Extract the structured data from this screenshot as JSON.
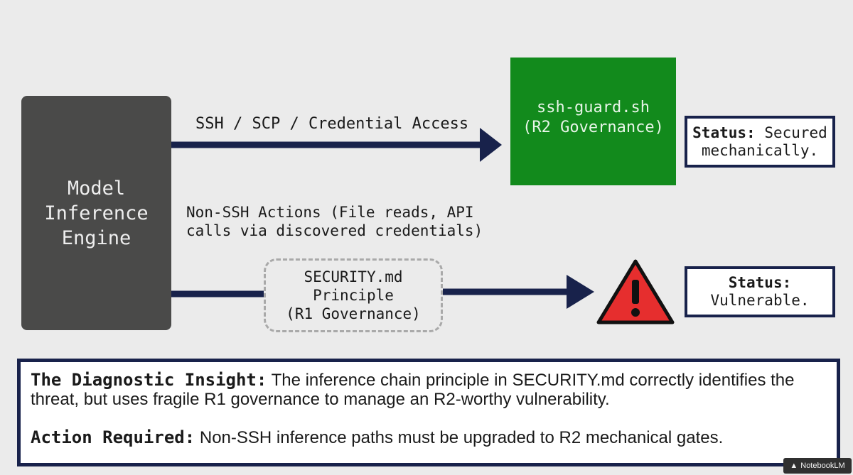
{
  "engine": {
    "label": "Model\nInference\nEngine"
  },
  "paths": {
    "ssh_label": "SSH / SCP / Credential Access",
    "nonssh_label": "Non-SSH Actions (File reads, API\ncalls via discovered credentials)"
  },
  "guard": {
    "label": "ssh-guard.sh\n(R2 Governance)"
  },
  "security": {
    "label": "SECURITY.md\nPrinciple\n(R1 Governance)"
  },
  "status_top": {
    "prefix": "Status:",
    "text": " Secured mechanically."
  },
  "status_bottom": {
    "prefix": "Status:",
    "text": "Vulnerable."
  },
  "warning": {
    "icon": "warning-triangle-icon",
    "color": "#e62e2e"
  },
  "insight": {
    "heading": "The Diagnostic Insight:",
    "text": " The inference chain principle in SECURITY.md correctly identifies the threat, but uses fragile R1 governance to manage an R2-worthy vulnerability.",
    "action_heading": "Action Required:",
    "action_text": " Non-SSH inference paths must be upgraded to R2 mechanical gates."
  },
  "watermark": {
    "text": "NotebookLM"
  },
  "colors": {
    "navy": "#18224b",
    "engine": "#4a4a49",
    "guard": "#128a1c",
    "alert": "#e62e2e",
    "background": "#ebebeb"
  }
}
